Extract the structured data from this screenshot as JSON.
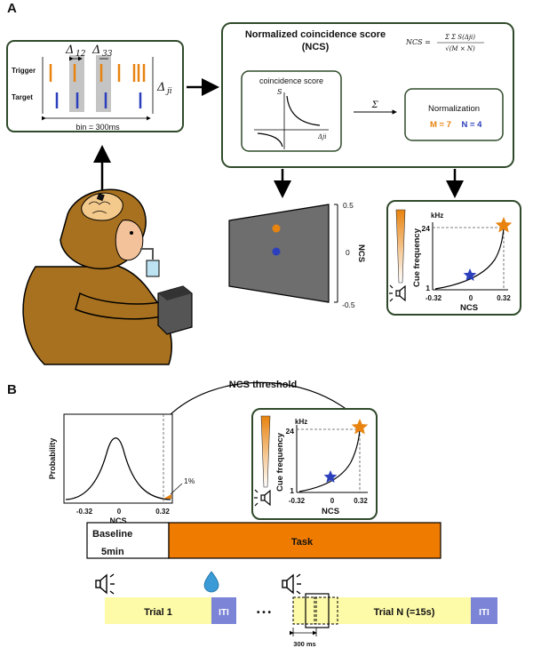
{
  "panel_a": {
    "letter": "A",
    "raster": {
      "trigger_label": "Trigger",
      "target_label": "Target",
      "delta12": "Δ",
      "delta12_sub": "12",
      "delta33": "Δ",
      "delta33_sub": "33",
      "delta_ji": "Δ",
      "delta_ji_sub": "ji",
      "bin_label": "bin = 300ms"
    },
    "ncs_box": {
      "title_line1": "Normalized coincidence score",
      "title_line2": "(NCS)",
      "formula_lhs": "NCS =",
      "formula_num": "Σ Σ S(Δji)",
      "formula_den": "√(M × N)",
      "coinc_title": "coincidence score",
      "axis_s": "S",
      "axis_delta": "Δji",
      "sum_symbol": "Σ",
      "norm_title": "Normalization",
      "norm_m": "M = 7",
      "norm_n": "N = 4"
    },
    "ncs_scale": {
      "label": "NCS",
      "top": "0.5",
      "mid": "0",
      "bottom": "-0.5"
    },
    "mapping": {
      "unit": "kHz",
      "y_top": "24",
      "y_bottom": "1",
      "ylabel": "Cue frequency",
      "xlabel": "NCS",
      "x_ticks": [
        "-0.32",
        "0",
        "0.32"
      ]
    },
    "colors": {
      "orange": "#e8830f",
      "blue": "#2b3fbd",
      "panel_border": "#2f4a2a",
      "gray": "#6e6e6e"
    }
  },
  "panel_b": {
    "letter": "B",
    "threshold_label": "NCS threshold",
    "dist": {
      "ylabel": "Probability",
      "xlabel": "NCS",
      "x_ticks": [
        "-0.32",
        "0",
        "0.32"
      ],
      "tail_label": "1%"
    },
    "mapping": {
      "unit": "kHz",
      "y_top": "24",
      "y_bottom": "1",
      "ylabel": "Cue frequency",
      "xlabel": "NCS",
      "x_ticks": [
        "-0.32",
        "0",
        "0.32"
      ]
    },
    "timeline": {
      "baseline_label": "Baseline",
      "baseline_duration": "5min",
      "task_label": "Task"
    },
    "trials": {
      "trial1_label": "Trial 1",
      "iti_label": "ITI",
      "ellipsis": "• • •",
      "trialn_label": "Trial N (=15s)",
      "iti2_label": "ITI",
      "window_label": "300 ms"
    }
  }
}
